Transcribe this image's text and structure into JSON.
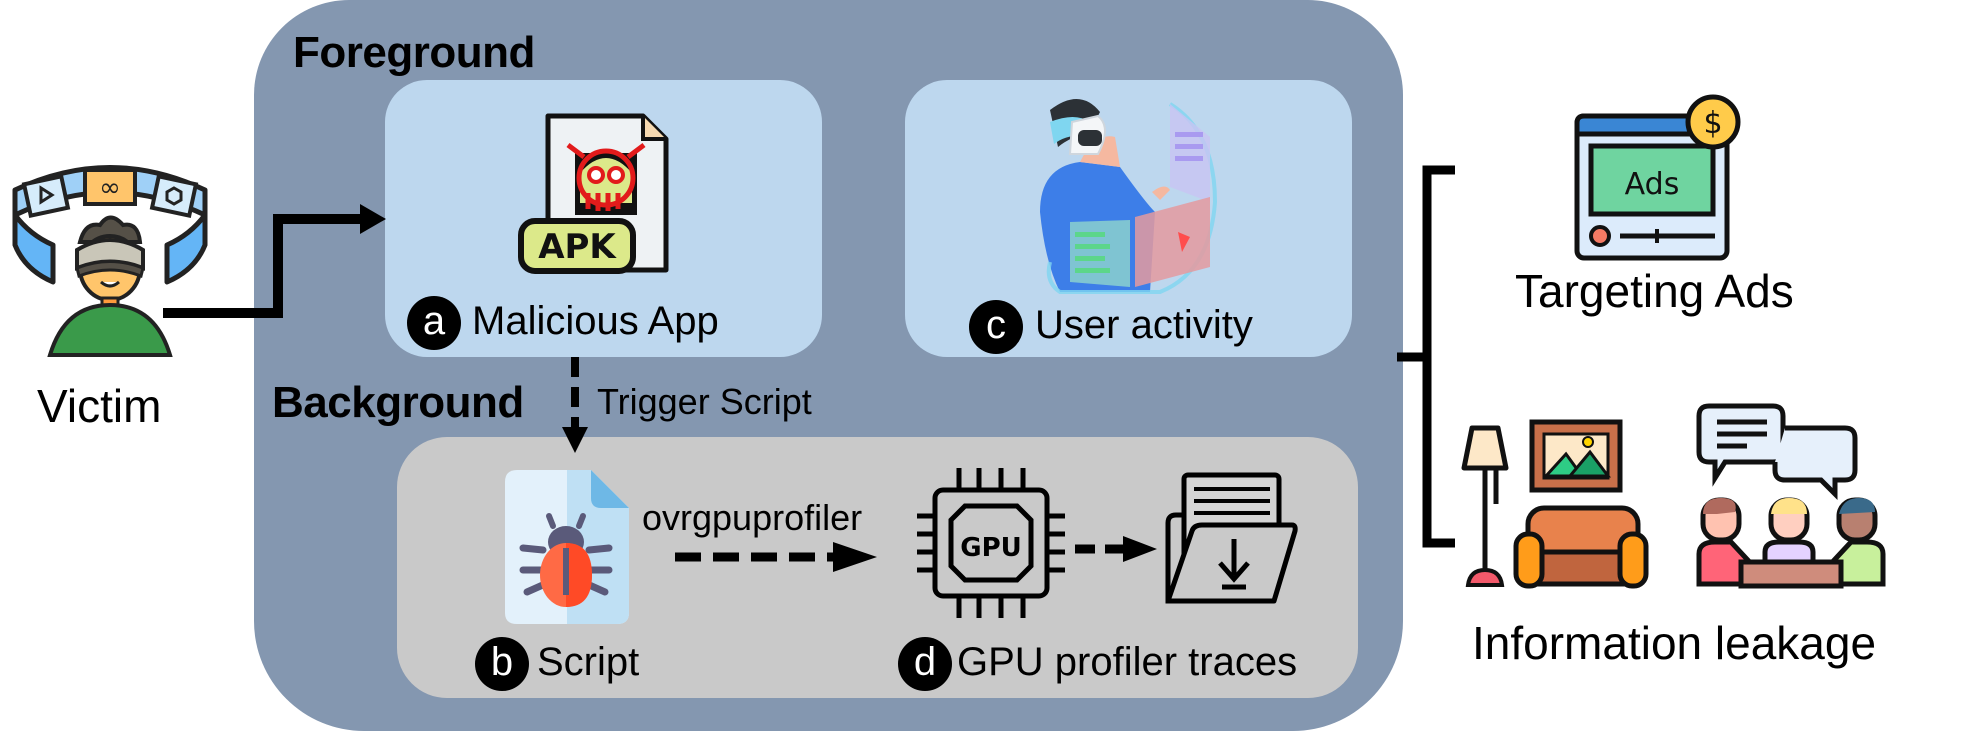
{
  "victim": {
    "label": "Victim",
    "icon": "vr-user-icon"
  },
  "foreground": {
    "title": "Foreground",
    "malicious_app": {
      "badge": "a",
      "label": "Malicious App",
      "icon": "apk-malware-icon",
      "icon_text": "APK"
    },
    "user_activity": {
      "badge": "c",
      "label": "User activity",
      "icon": "vr-interaction-icon"
    }
  },
  "background": {
    "title": "Background",
    "trigger_label": "Trigger Script",
    "script": {
      "badge": "b",
      "label": "Script",
      "icon": "bug-script-icon"
    },
    "tool_label": "ovrgpuprofiler",
    "gpu": {
      "icon": "gpu-chip-icon",
      "icon_text": "GPU"
    },
    "traces": {
      "badge": "d",
      "label": "GPU profiler traces",
      "icon": "folder-download-icon"
    }
  },
  "outcomes": {
    "targeting_ads": {
      "label": "Targeting Ads",
      "icon": "ads-icon",
      "icon_text": "Ads",
      "coin_text": "$"
    },
    "information_leakage": {
      "label": "Information leakage",
      "icons": [
        "living-room-icon",
        "meeting-icon"
      ]
    }
  },
  "colors": {
    "outer_panel": "#8497B0",
    "foreground_box": "#BDD7EE",
    "background_box": "#C9C9C9"
  }
}
